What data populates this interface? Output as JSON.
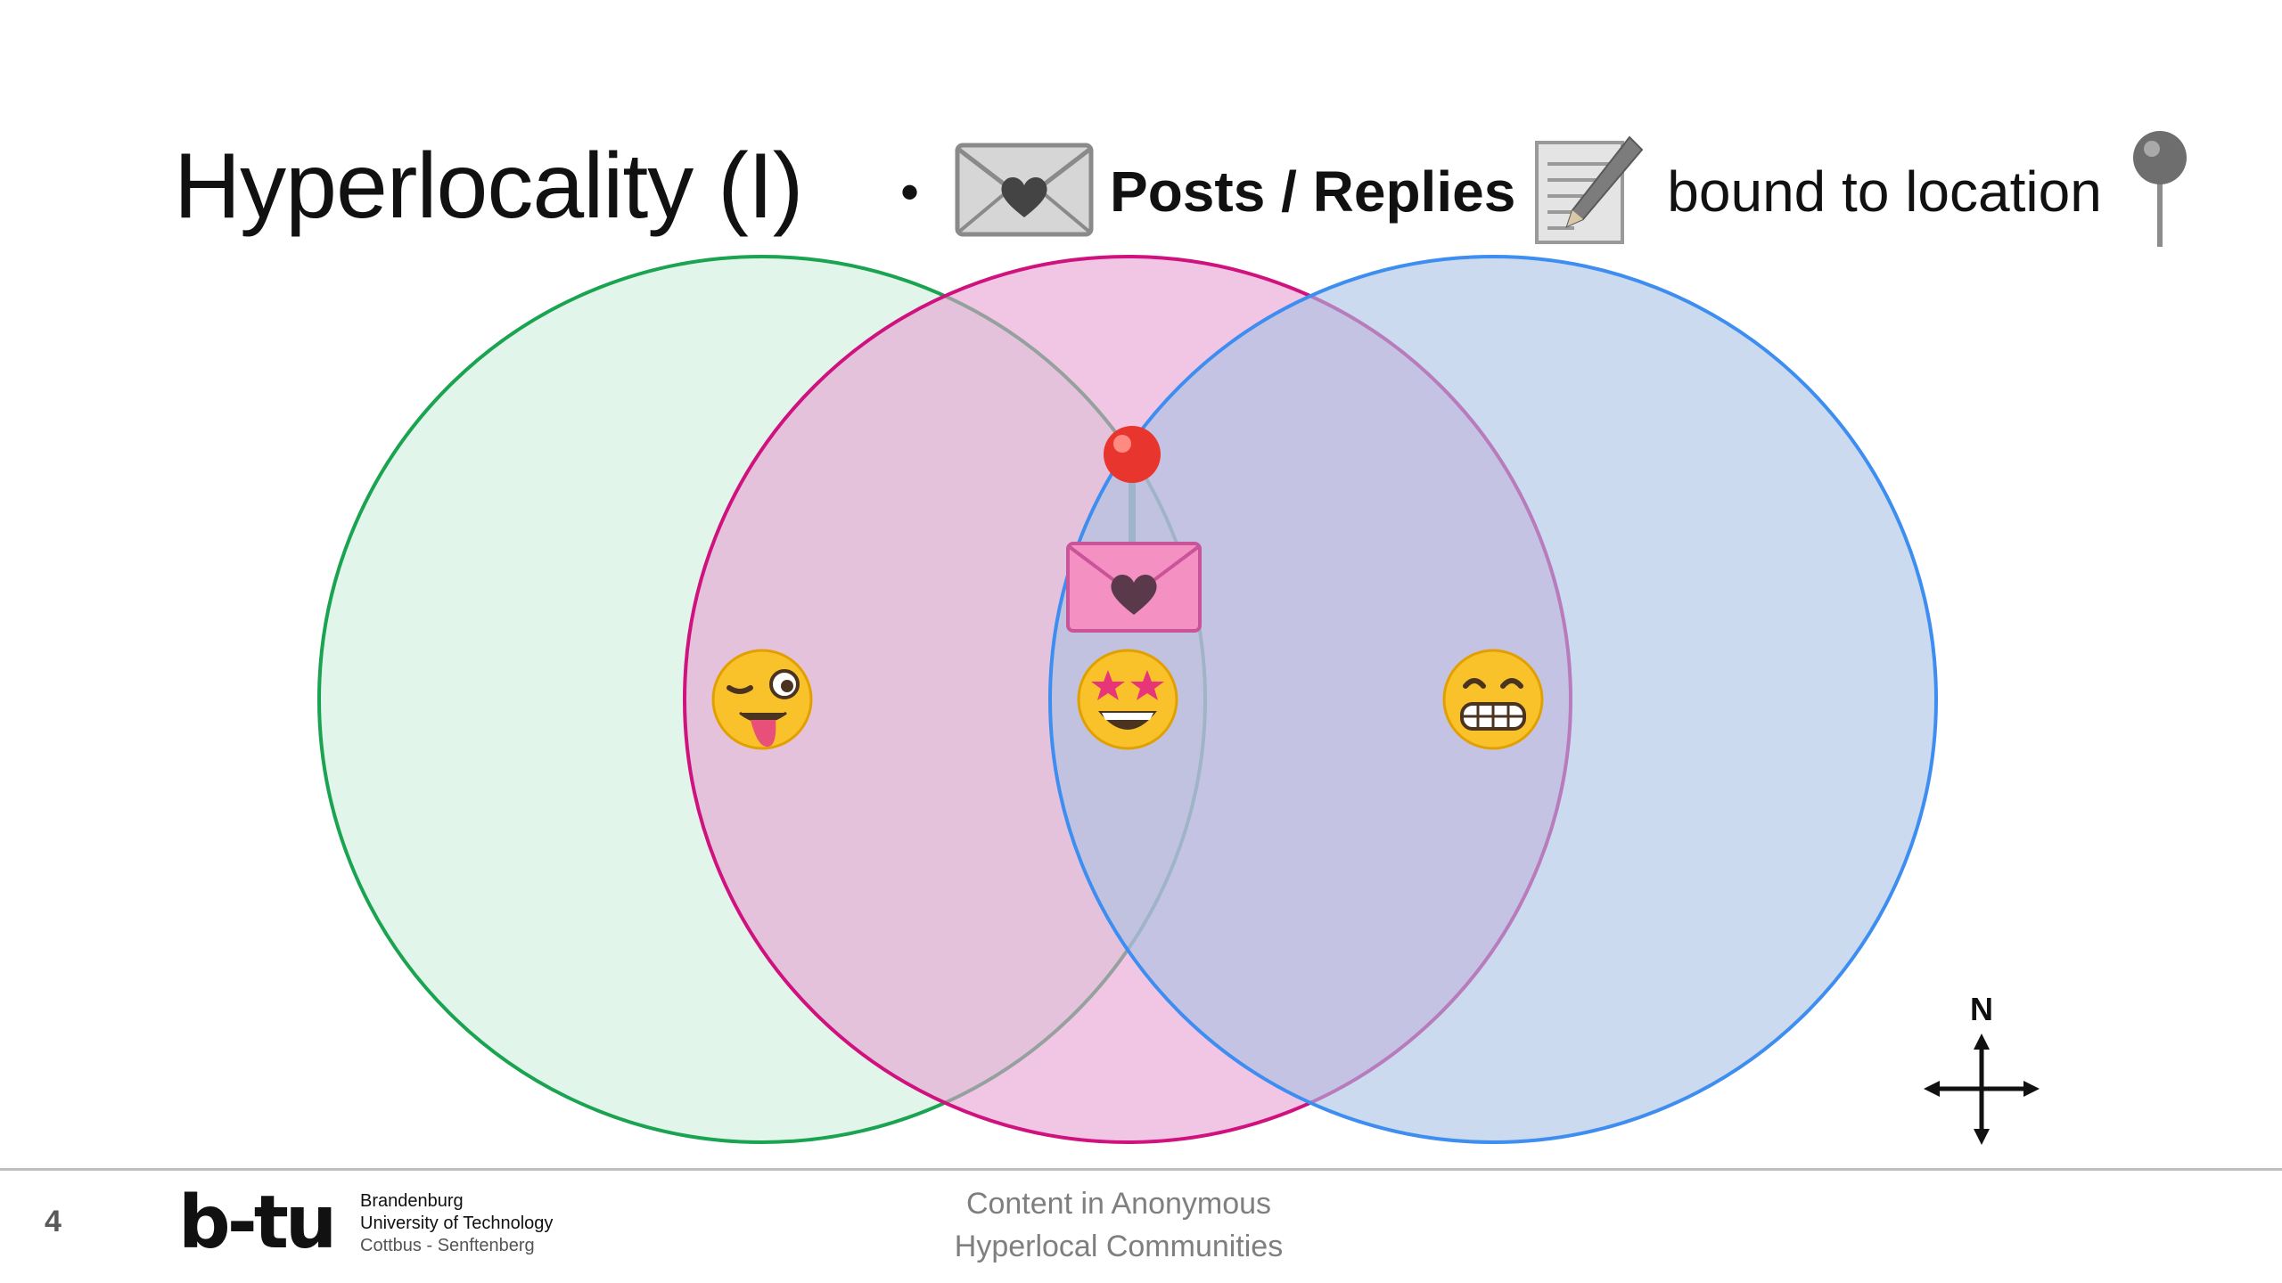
{
  "slide": {
    "title": "Hyperlocality (I)",
    "bullet": {
      "marker": "•",
      "bold_text": "Posts / Replies",
      "plain_text": "bound to location"
    },
    "icons": {
      "heading_envelope": "love-letter-icon",
      "heading_memo": "memo-icon",
      "heading_pin": "round-pushpin-icon",
      "diagram_pin": "red-pushpin-icon",
      "diagram_envelope": "love-letter-icon",
      "left_face": "winking-face-with-tongue-icon",
      "center_face": "star-struck-face-icon",
      "right_face": "beaming-grinning-face-icon",
      "compass": "compass-rose-icon"
    },
    "venn": {
      "circles": [
        {
          "name": "left",
          "fill": "#cdeedc",
          "stroke": "#1aa350"
        },
        {
          "name": "center",
          "fill": "#e8a0d2",
          "stroke": "#d0127f"
        },
        {
          "name": "right",
          "fill": "#a8c2e2",
          "stroke": "#3d8ef0"
        }
      ]
    },
    "compass_label": "N",
    "footer": {
      "page_number": "4",
      "logo_text": "b-tu",
      "university": {
        "line1": "Brandenburg",
        "line2": "University of Technology",
        "line3": "Cottbus - Senftenberg"
      },
      "caption_line1": "Content in Anonymous",
      "caption_line2": "Hyperlocal Communities"
    }
  }
}
